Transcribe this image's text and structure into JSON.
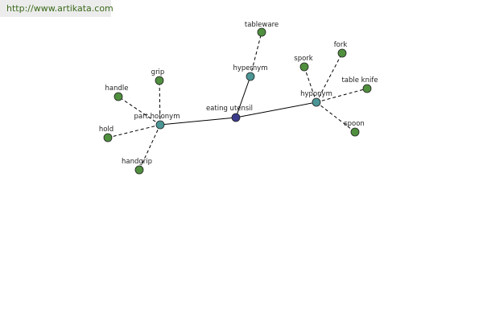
{
  "header": {
    "watermark_url": "http://www.artikata.com"
  },
  "colors": {
    "center": "#3b3b8c",
    "relation": "#4c9696",
    "leaf": "#4f8f3e"
  },
  "graph": {
    "nodes": [
      {
        "id": "eating-utensil",
        "label": "eating utensil",
        "kind": "center"
      },
      {
        "id": "hypernym",
        "label": "hypernym",
        "kind": "relation"
      },
      {
        "id": "hyponym",
        "label": "hyponym",
        "kind": "relation"
      },
      {
        "id": "part-holonym",
        "label": "part holonym",
        "kind": "relation"
      },
      {
        "id": "tableware",
        "label": "tableware",
        "kind": "leaf"
      },
      {
        "id": "spork",
        "label": "spork",
        "kind": "leaf"
      },
      {
        "id": "fork",
        "label": "fork",
        "kind": "leaf"
      },
      {
        "id": "table-knife",
        "label": "table knife",
        "kind": "leaf"
      },
      {
        "id": "spoon",
        "label": "spoon",
        "kind": "leaf"
      },
      {
        "id": "grip",
        "label": "grip",
        "kind": "leaf"
      },
      {
        "id": "handle",
        "label": "handle",
        "kind": "leaf"
      },
      {
        "id": "hold",
        "label": "hold",
        "kind": "leaf"
      },
      {
        "id": "handgrip",
        "label": "handgrip",
        "kind": "leaf"
      }
    ],
    "edges": [
      {
        "from": "eating-utensil",
        "to": "hypernym",
        "style": "solid"
      },
      {
        "from": "eating-utensil",
        "to": "hyponym",
        "style": "solid"
      },
      {
        "from": "eating-utensil",
        "to": "part-holonym",
        "style": "solid"
      },
      {
        "from": "hypernym",
        "to": "tableware",
        "style": "dashed"
      },
      {
        "from": "hyponym",
        "to": "spork",
        "style": "dashed"
      },
      {
        "from": "hyponym",
        "to": "fork",
        "style": "dashed"
      },
      {
        "from": "hyponym",
        "to": "table-knife",
        "style": "dashed"
      },
      {
        "from": "hyponym",
        "to": "spoon",
        "style": "dashed"
      },
      {
        "from": "part-holonym",
        "to": "grip",
        "style": "dashed"
      },
      {
        "from": "part-holonym",
        "to": "handle",
        "style": "dashed"
      },
      {
        "from": "part-holonym",
        "to": "hold",
        "style": "dashed"
      },
      {
        "from": "part-holonym",
        "to": "handgrip",
        "style": "dashed"
      }
    ]
  }
}
